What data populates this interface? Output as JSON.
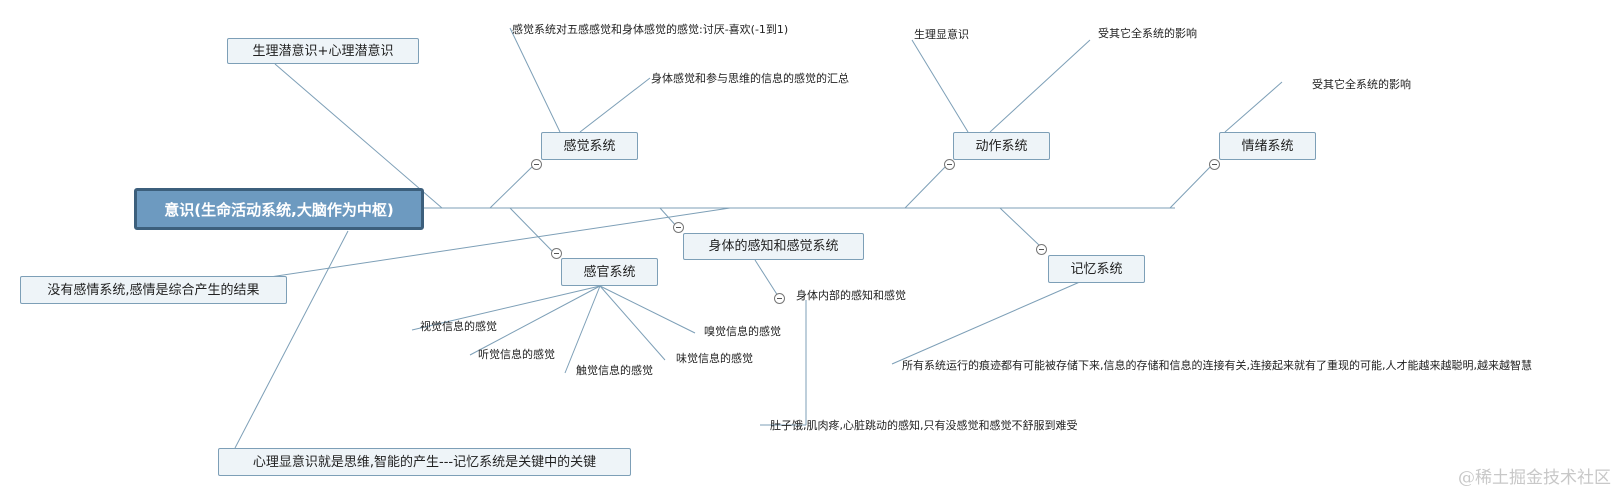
{
  "colors": {
    "root_fill": "#6d9ac0",
    "root_border": "#3c5f7c",
    "node_fill": "#eef4f8",
    "node_border": "#7d9fb7",
    "line": "#7d9fb7"
  },
  "root": {
    "label": "意识(生命活动系统,大脑作为中枢)"
  },
  "nodes": {
    "subconscious": "生理潜意识+心理潜意识",
    "sensation": "感觉系统",
    "action": "动作系统",
    "emotion": "情绪系统",
    "no_emotion": "没有感情系统,感情是综合产生的结果",
    "senses": "感官系统",
    "body_perception": "身体的感知和感觉系统",
    "memory": "记忆系统",
    "conscious_mind": "心理显意识就是思维,智能的产生---记忆系统是关键中的关键"
  },
  "leaves": {
    "sensation_1": "感觉系统对五感感觉和身体感觉的感觉:讨厌-喜欢(-1到1)",
    "sensation_2": "身体感觉和参与思维的信息的感觉的汇总",
    "action_1": "生理显意识",
    "action_2": "受其它全系统的影响",
    "emotion_1": "受其它全系统的影响",
    "senses_1": "视觉信息的感觉",
    "senses_2": "听觉信息的感觉",
    "senses_3": "触觉信息的感觉",
    "senses_4": "味觉信息的感觉",
    "senses_5": "嗅觉信息的感觉",
    "body_1": "身体内部的感知和感觉",
    "body_2": "肚子饿,肌肉疼,心脏跳动的感知,只有没感觉和感觉不舒服到难受",
    "memory_1": "所有系统运行的痕迹都有可能被存储下来,信息的存储和信息的连接有关,连接起来就有了重现的可能,人才能越来越聪明,越来越智慧"
  },
  "watermark": "@稀土掘金技术社区"
}
